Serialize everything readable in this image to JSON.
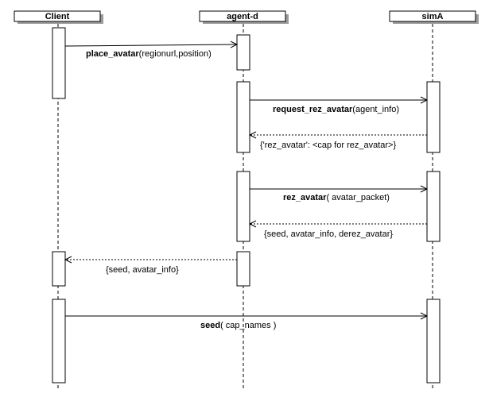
{
  "colors": {
    "line": "#000000",
    "box_fill": "#ffffff",
    "head_shadow": "#9a9a9a",
    "background": "#ffffff"
  },
  "participants": [
    {
      "id": "client",
      "label": "Client"
    },
    {
      "id": "agent_d",
      "label": "agent-d"
    },
    {
      "id": "simA",
      "label": "simA"
    }
  ],
  "messages": [
    {
      "id": "place_avatar",
      "from": "client",
      "to": "agent_d",
      "style": "solid",
      "name": "place_avatar",
      "args": "(regionurl,position)"
    },
    {
      "id": "request_rez_avatar",
      "from": "agent_d",
      "to": "simA",
      "style": "solid",
      "name": "request_rez_avatar",
      "args": "(agent_info)"
    },
    {
      "id": "rez_avatar_cap_reply",
      "from": "simA",
      "to": "agent_d",
      "style": "dashed",
      "name": "",
      "args": "{'rez_avatar': <cap for rez_avatar>}"
    },
    {
      "id": "rez_avatar",
      "from": "agent_d",
      "to": "simA",
      "style": "solid",
      "name": "rez_avatar",
      "args": "( avatar_packet)"
    },
    {
      "id": "seed_reply_to_agent",
      "from": "simA",
      "to": "agent_d",
      "style": "dashed",
      "name": "",
      "args": "{seed, avatar_info, derez_avatar}"
    },
    {
      "id": "seed_reply_to_client",
      "from": "agent_d",
      "to": "client",
      "style": "dashed",
      "name": "",
      "args": "{seed, avatar_info}"
    },
    {
      "id": "seed",
      "from": "client",
      "to": "simA",
      "style": "solid",
      "name": "seed",
      "args": "( cap_names )"
    }
  ]
}
